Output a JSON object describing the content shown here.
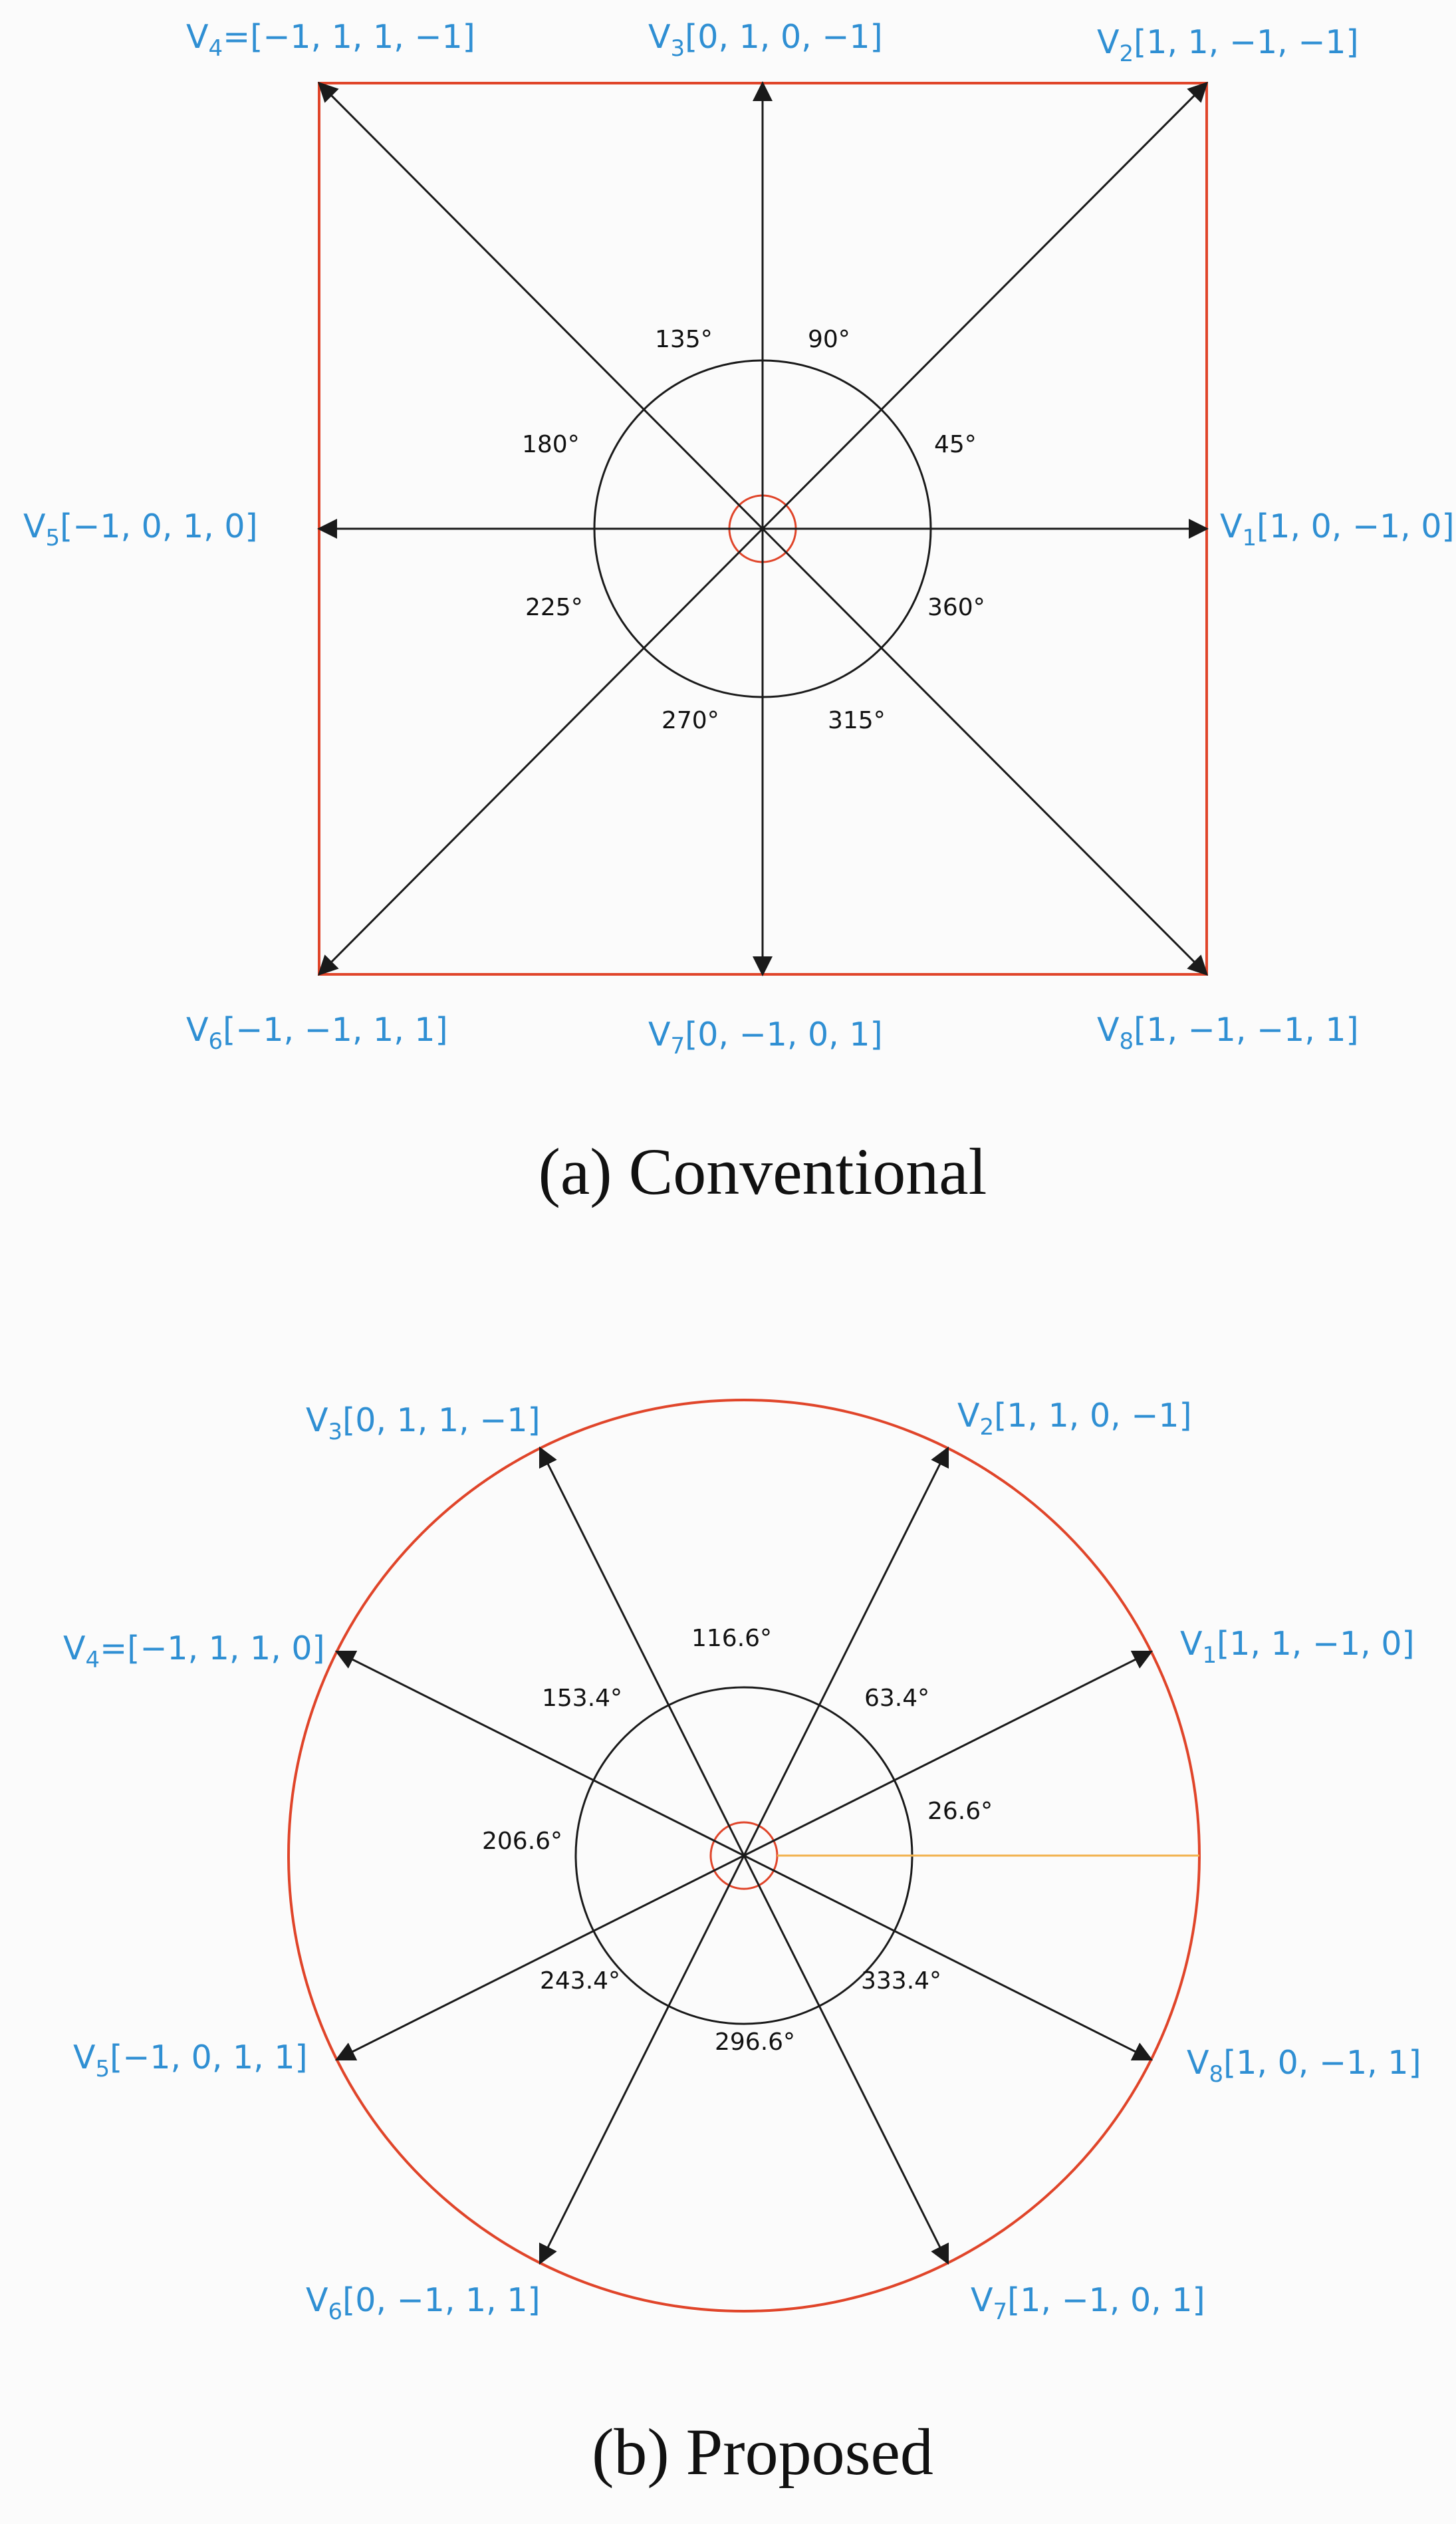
{
  "colors": {
    "vector_label": "#2f8fd3",
    "boundary_red": "#e0452a",
    "reference_orange": "#f2b24c",
    "ink": "#1a1a1a"
  },
  "panels": [
    {
      "id": "conventional",
      "caption": "(a) Conventional",
      "boundary": "square",
      "vectors": [
        {
          "main": "V",
          "sub": "1",
          "rest": "[1, 0, −1, 0]",
          "angle_deg": 0
        },
        {
          "main": "V",
          "sub": "2",
          "rest": "[1, 1, −1, −1]",
          "angle_deg": 45
        },
        {
          "main": "V",
          "sub": "3",
          "rest": "[0, 1, 0, −1]",
          "angle_deg": 90
        },
        {
          "main": "V",
          "sub": "4",
          "rest": "=[−1, 1, 1, −1]",
          "angle_deg": 135
        },
        {
          "main": "V",
          "sub": "5",
          "rest": "[−1, 0, 1, 0]",
          "angle_deg": 180
        },
        {
          "main": "V",
          "sub": "6",
          "rest": "[−1, −1, 1, 1]",
          "angle_deg": 225
        },
        {
          "main": "V",
          "sub": "7",
          "rest": "[0, −1, 0, 1]",
          "angle_deg": 270
        },
        {
          "main": "V",
          "sub": "8",
          "rest": "[1, −1, −1, 1]",
          "angle_deg": 315
        }
      ],
      "angle_labels": [
        "45°",
        "90°",
        "135°",
        "180°",
        "225°",
        "270°",
        "315°",
        "360°"
      ]
    },
    {
      "id": "proposed",
      "caption": "(b) Proposed",
      "boundary": "circle",
      "vectors": [
        {
          "main": "V",
          "sub": "1",
          "rest": "[1, 1, −1, 0]",
          "angle_deg": 26.6
        },
        {
          "main": "V",
          "sub": "2",
          "rest": "[1, 1, 0, −1]",
          "angle_deg": 63.4
        },
        {
          "main": "V",
          "sub": "3",
          "rest": "[0, 1, 1, −1]",
          "angle_deg": 116.6
        },
        {
          "main": "V",
          "sub": "4",
          "rest": "=[−1, 1, 1, 0]",
          "angle_deg": 153.4
        },
        {
          "main": "V",
          "sub": "5",
          "rest": "[−1, 0, 1, 1]",
          "angle_deg": 206.6
        },
        {
          "main": "V",
          "sub": "6",
          "rest": "[0, −1, 1, 1]",
          "angle_deg": 243.4
        },
        {
          "main": "V",
          "sub": "7",
          "rest": "[1, −1, 0, 1]",
          "angle_deg": 296.6
        },
        {
          "main": "V",
          "sub": "8",
          "rest": "[1, 0, −1, 1]",
          "angle_deg": 333.4
        }
      ],
      "angle_labels": [
        "26.6°",
        "63.4°",
        "116.6°",
        "153.4°",
        "206.6°",
        "243.4°",
        "296.6°",
        "333.4°"
      ]
    }
  ]
}
